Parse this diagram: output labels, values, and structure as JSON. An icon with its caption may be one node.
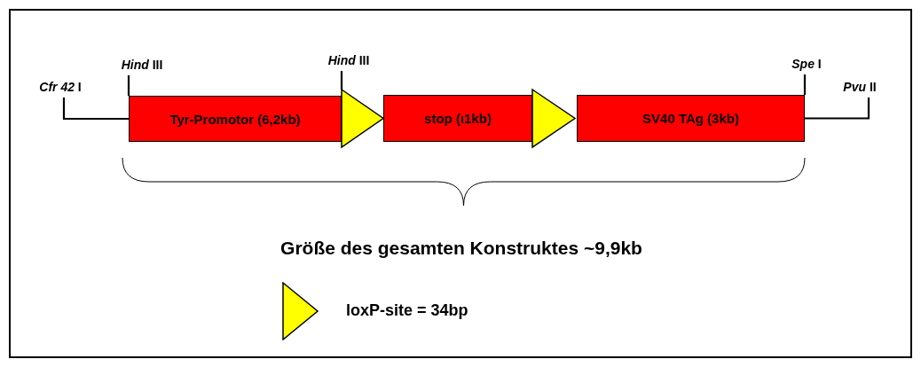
{
  "diagram": {
    "nodes": [
      {
        "text": [
          "*Cfr 42* I"
        ]
      },
      {
        "text": [
          "*Hind* III"
        ]
      },
      {
        "text": [
          "Tyr-Promotor (6,2kb)"
        ]
      },
      {
        "text": [],
        "shape": "triangle"
      },
      {
        "text": [
          "*Hind* III"
        ]
      },
      {
        "text": [
          "stop (ι1kb)"
        ]
      },
      {
        "text": [],
        "shape": "triangle"
      },
      {
        "text": [
          "SV40 TAg (3kb)"
        ]
      },
      {
        "text": [
          "*Spe* I"
        ]
      },
      {
        "text": [
          "*Pvu* II"
        ]
      }
    ],
    "edges": [
      {
        "from": 0,
        "to": 2,
        "arrow": "none"
      },
      {
        "from": 1,
        "to": 2,
        "arrow": "none"
      },
      {
        "from": 4,
        "to": 3,
        "arrow": "none"
      },
      {
        "from": 8,
        "to": 7,
        "arrow": "none"
      },
      {
        "from": 9,
        "to": 7,
        "arrow": "none"
      }
    ],
    "labels": [
      "Größe des gesamten Konstruktes ~9,9kb"
    ],
    "legend": [
      {
        "text": "loxP-site = 34bp"
      }
    ]
  }
}
